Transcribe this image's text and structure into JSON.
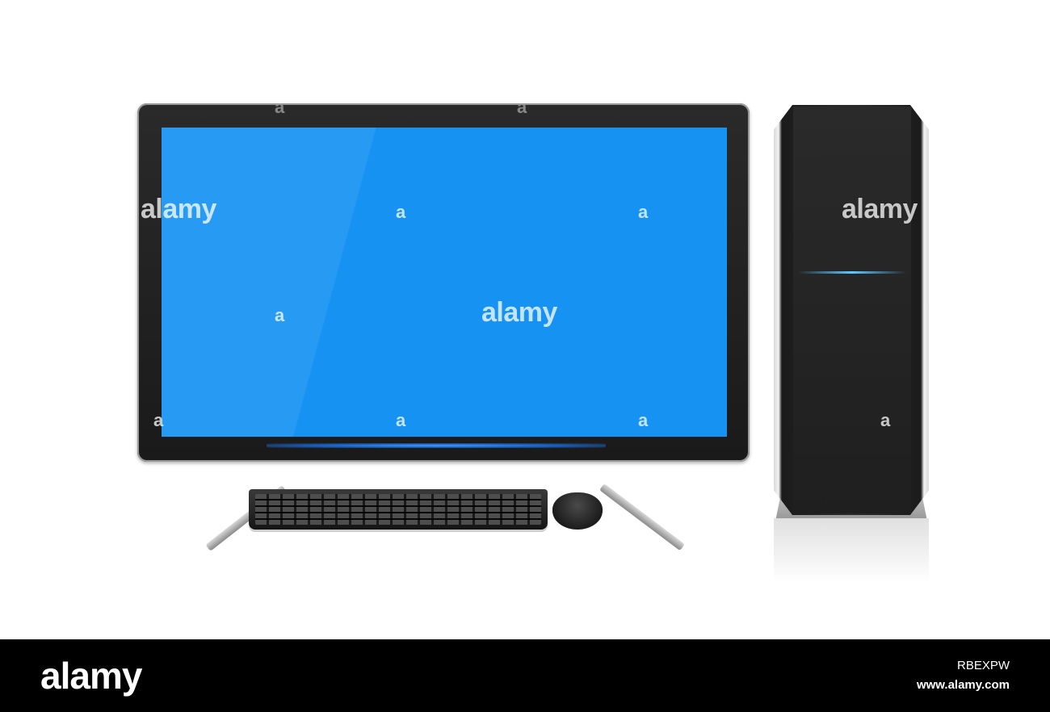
{
  "watermark": {
    "word": "alamy",
    "letter": "a"
  },
  "footer": {
    "logo": "alamy",
    "image_id": "RBEXPW",
    "url": "www.alamy.com"
  },
  "colors": {
    "screen": "#1592f2",
    "footer_bg": "#000000",
    "accent_glow": "#3aa0ff"
  }
}
